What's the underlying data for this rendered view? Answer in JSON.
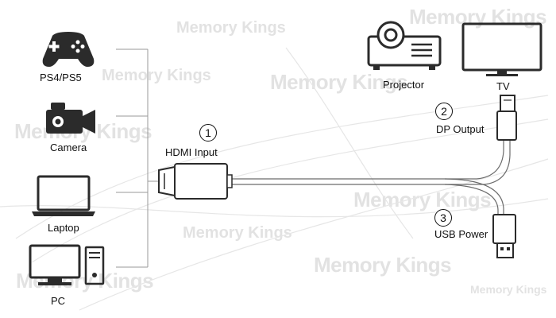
{
  "watermark": {
    "brand": "Memory Kings",
    "color": "#d9d9d9"
  },
  "devices": {
    "ps": {
      "label": "PS4/PS5",
      "icon": "gamepad-icon"
    },
    "camera": {
      "label": "Camera",
      "icon": "video-camera-icon"
    },
    "laptop": {
      "label": "Laptop",
      "icon": "laptop-icon"
    },
    "pc": {
      "label": "PC",
      "icon": "desktop-pc-icon"
    }
  },
  "outputs": {
    "projector": {
      "label": "Projector",
      "icon": "projector-icon"
    },
    "tv": {
      "label": "TV",
      "icon": "tv-icon"
    }
  },
  "steps": [
    {
      "num": "1",
      "label": "HDMI Input"
    },
    {
      "num": "2",
      "label": "DP Output"
    },
    {
      "num": "3",
      "label": "USB Power"
    }
  ]
}
